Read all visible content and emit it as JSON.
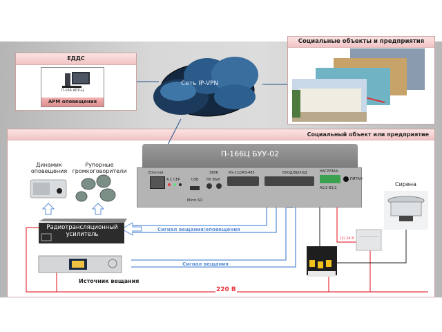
{
  "eddc": {
    "title": "ЕДДС",
    "workstation_model": "П-166 АПУ-Ц",
    "workstation_label": "АРМ оповещения"
  },
  "network": {
    "label": "Сеть IP-VPN"
  },
  "social_objects": {
    "title": "Социальные объекты и предприятия"
  },
  "site": {
    "title": "Социальный объект или предприятие"
  },
  "device": {
    "title": "П-166Ц БУУ-02",
    "ports": {
      "ethernet": "Ethernet",
      "leds": "A  C  CEP",
      "usb": "USB",
      "microsd": "Micro SD",
      "sound": "ЗВУК",
      "in_out": "ВХ ВЫХ",
      "rs": "RS-232/RS-485",
      "io": "ВХОД/ВЫХОД",
      "load": "НАГРУЗКА",
      "load_pins": "A1/2  B1/2",
      "power": "ПИТАН"
    }
  },
  "left_devices": {
    "speaker": "Динамик оповещения",
    "horns": "Рупорные громкоговорители",
    "amplifier": "Радиотрансляционный усилитель",
    "source": "Источник вещания"
  },
  "signals": {
    "broadcast_alert": "Сигнал вещания/оповещения",
    "broadcast": "Сигнал вещания"
  },
  "right_devices": {
    "siren": "Сирена",
    "psu": "12/ 24 В"
  },
  "mains": {
    "label": "220 В"
  },
  "colors": {
    "signal": "#5b8fd6",
    "power": "#e8333d",
    "panel_header": "#f2c4c4",
    "cloud": "#2e5a86"
  }
}
